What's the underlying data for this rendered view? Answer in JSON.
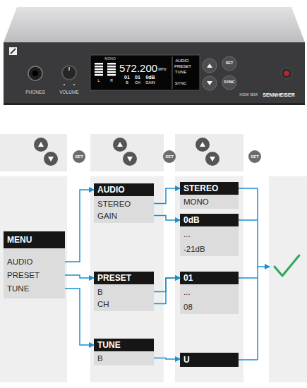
{
  "diagram": {
    "nodes": [
      {
        "text": [
          "MENU"
        ]
      },
      {
        "text": [
          "AUDIO"
        ],
        "in": 0
      },
      {
        "text": [
          "PRESET"
        ],
        "in": 0
      },
      {
        "text": [
          "TUNE"
        ],
        "in": 0
      },
      {
        "text": [
          "AUDIO"
        ]
      },
      {
        "text": [
          "STEREO"
        ],
        "in": 4
      },
      {
        "text": [
          "GAIN"
        ],
        "in": 4
      },
      {
        "text": [
          "PRESET"
        ]
      },
      {
        "text": [
          "B"
        ],
        "in": 7
      },
      {
        "text": [
          "CH"
        ],
        "in": 7
      },
      {
        "text": [
          "TUNE"
        ]
      },
      {
        "text": [
          "B"
        ],
        "in": 10
      },
      {
        "text": [
          "STEREO",
          "MONO"
        ]
      },
      {
        "text": [
          "0dB",
          "...",
          "-21dB"
        ]
      },
      {
        "text": [
          "01",
          "...",
          "08"
        ]
      },
      {
        "text": [
          "U"
        ]
      }
    ],
    "edges": [
      {
        "from": 1,
        "to": 4,
        "arrow": "to"
      },
      {
        "from": 2,
        "to": 7,
        "arrow": "to"
      },
      {
        "from": 3,
        "to": 10,
        "arrow": "to"
      },
      {
        "from": 5,
        "to": 12,
        "arrow": "to"
      },
      {
        "from": 6,
        "to": 13,
        "arrow": "to"
      },
      {
        "from": 8,
        "to": 14,
        "arrow": "to"
      },
      {
        "from": 9,
        "to": 14,
        "arrow": "to"
      },
      {
        "from": 11,
        "to": 15,
        "arrow": "to"
      }
    ],
    "labels": [
      "PHONES",
      "VOLUME",
      "572.200",
      "MHz",
      "01",
      "01",
      "0dB",
      "B",
      "CH",
      "GAIN",
      "AUDIO",
      "PRESET",
      "TUNE",
      "SYNC",
      "MONO",
      "L",
      "R",
      "SET",
      "SYNC",
      "XSW IEM",
      "SENNHEISER",
      "SET",
      "SET",
      "SET"
    ]
  }
}
